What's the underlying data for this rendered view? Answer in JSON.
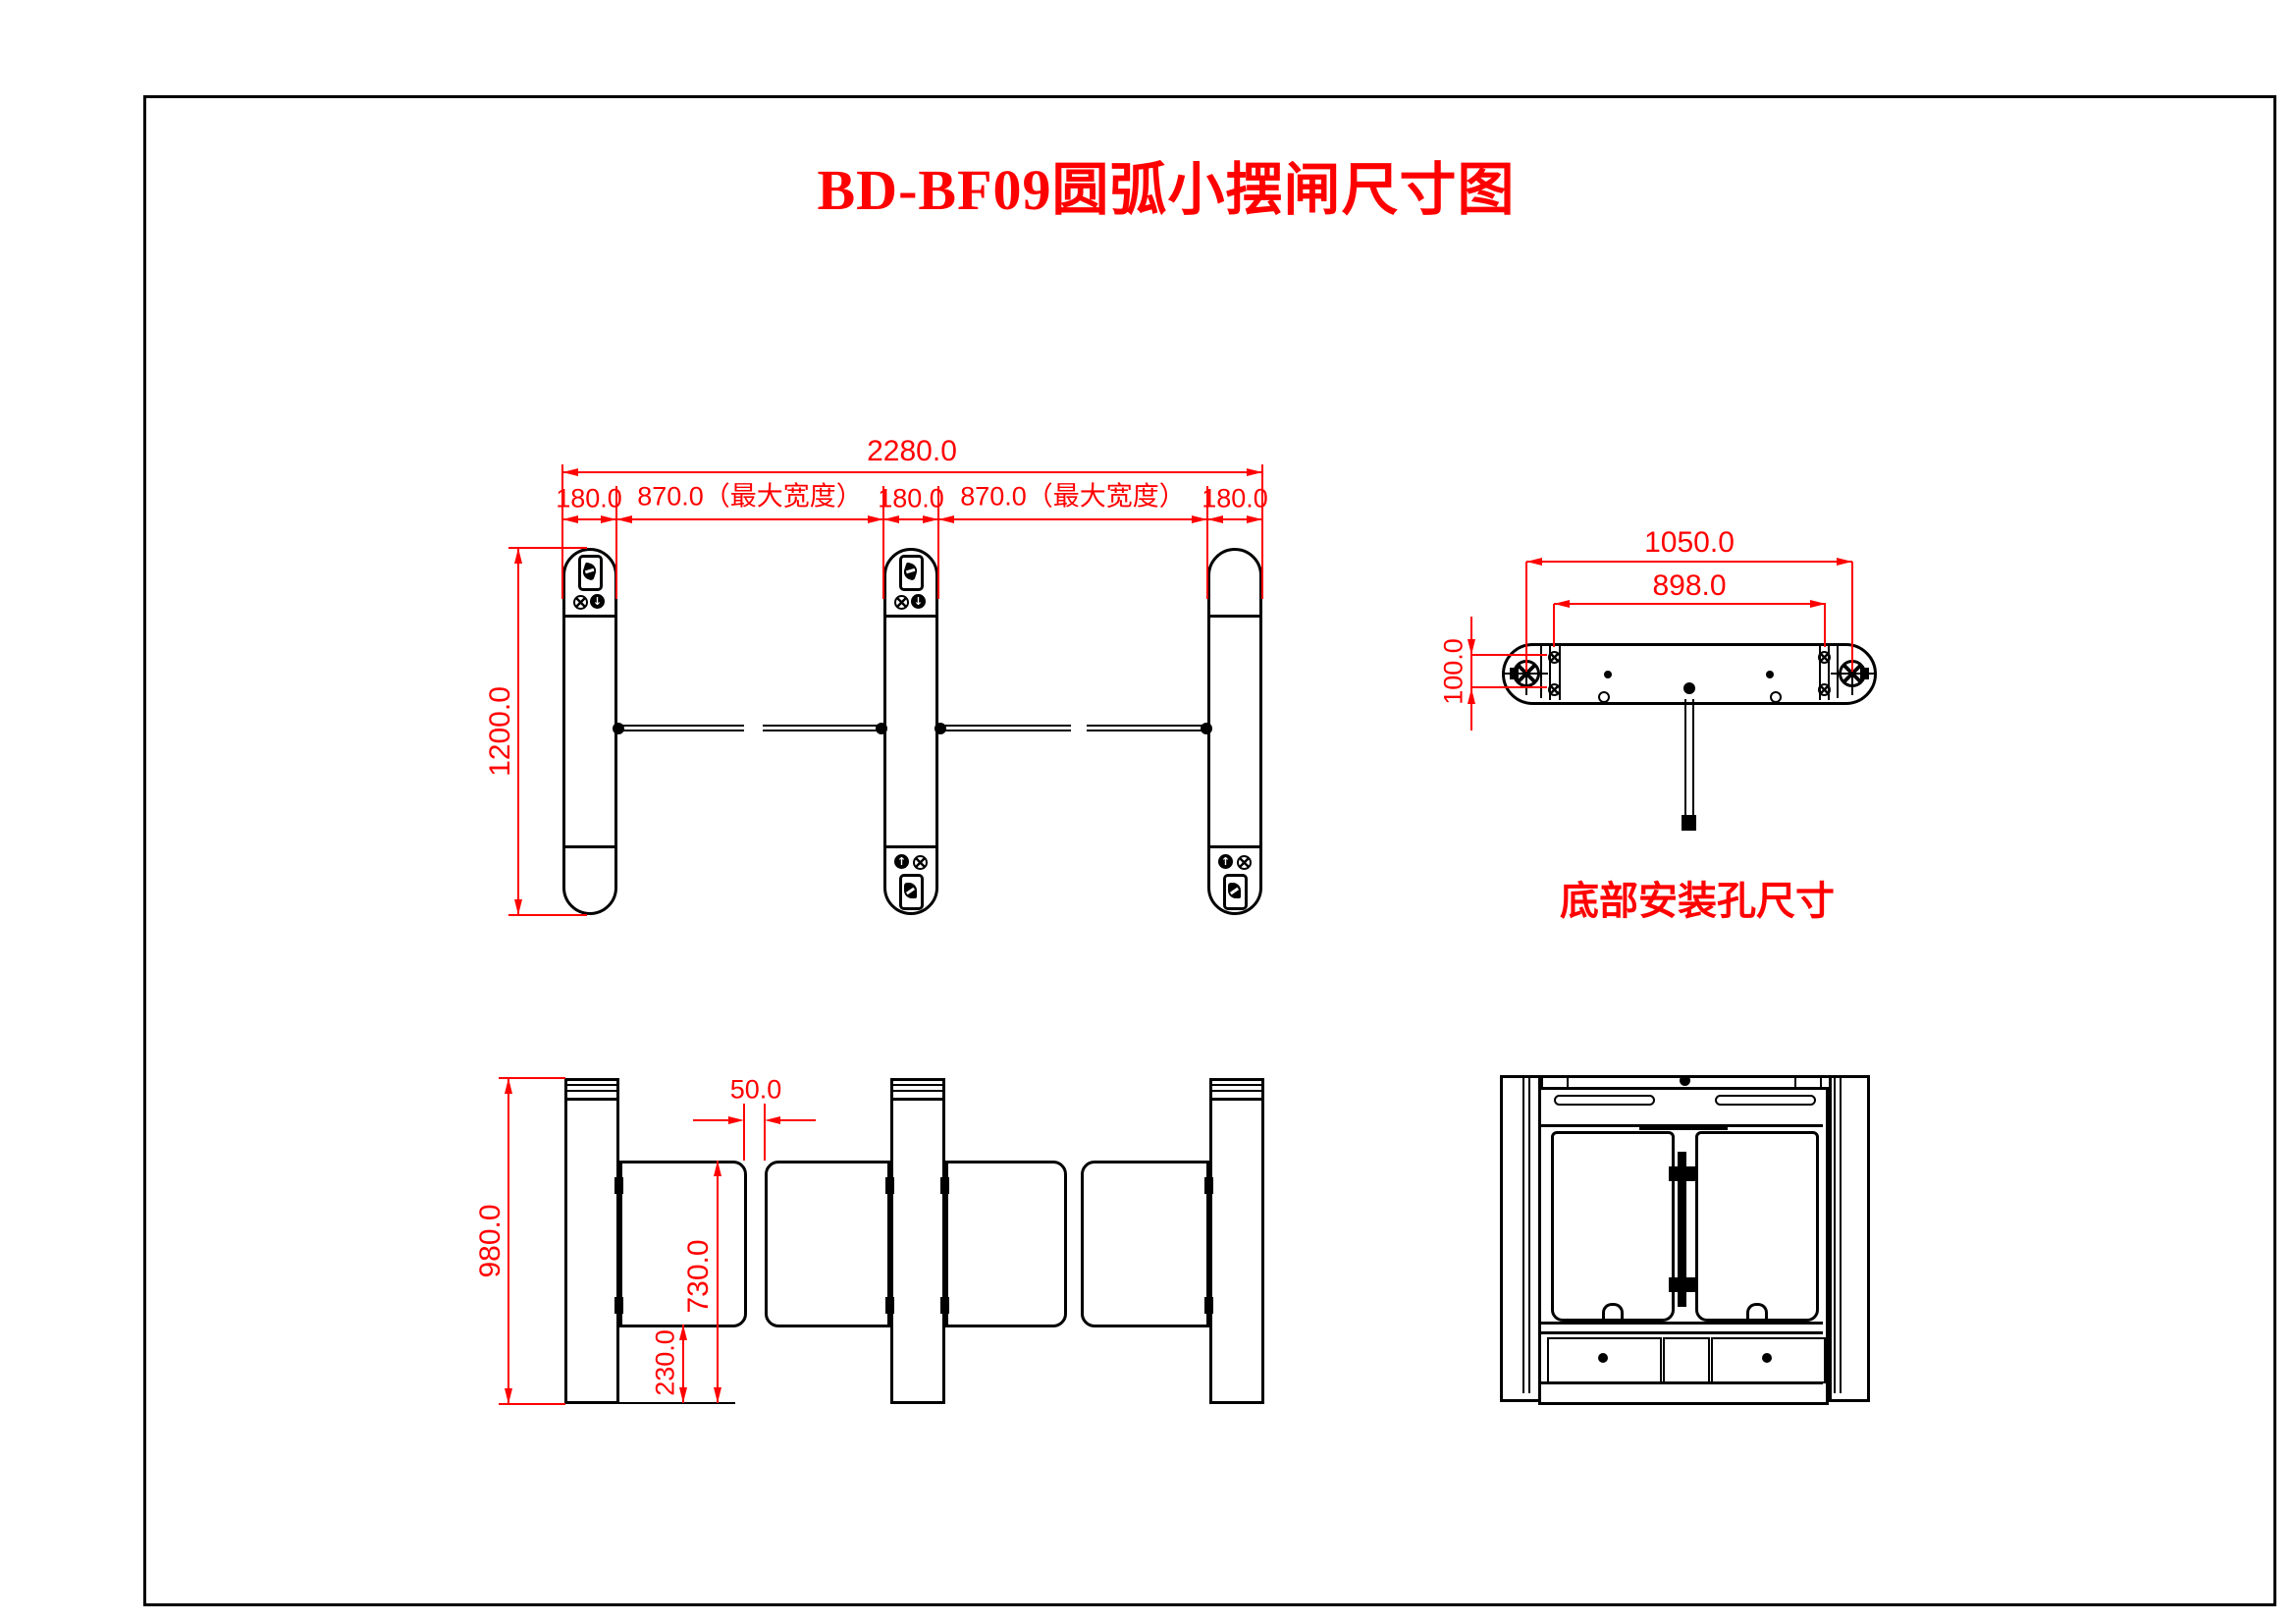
{
  "title": "BD-BF09圆弧小摆闸尺寸图",
  "colors": {
    "dimension_red": "#ff0000",
    "line_black": "#000000",
    "background": "#ffffff"
  },
  "top_view": {
    "total_width": "2280.0",
    "post_height": "1200.0",
    "segments": [
      "180.0",
      "870.0（最大宽度）",
      "180.0",
      "870.0（最大宽度）",
      "180.0"
    ]
  },
  "side_view": {
    "post_height": "980.0",
    "wing_gap": "50.0",
    "wing_top_height": "730.0",
    "wing_bottom_height": "230.0"
  },
  "mounting_view": {
    "outer_width": "1050.0",
    "hole_span": "898.0",
    "hole_pitch": "100.0",
    "caption": "底部安装孔尺寸"
  },
  "icons": {
    "down_arrow": "↓",
    "up_arrow": "↑"
  }
}
